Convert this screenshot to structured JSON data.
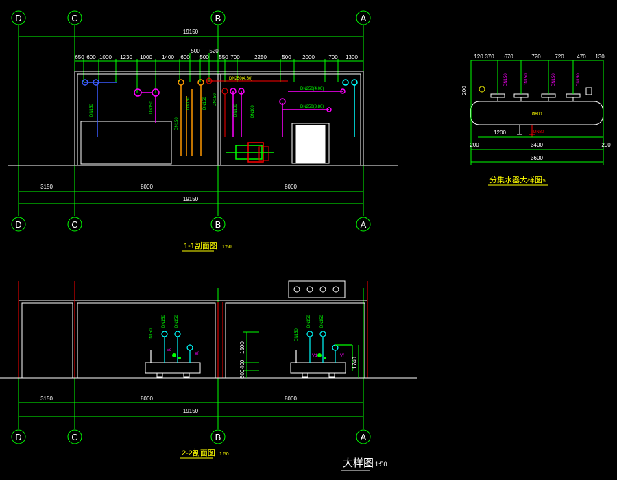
{
  "grid_axes": [
    "D",
    "C",
    "B",
    "A"
  ],
  "section_1": {
    "title": "1-1剖面图",
    "scale": "1:50",
    "total_width": "19150",
    "bottom_dims": [
      "3150",
      "8000",
      "8000"
    ],
    "top_dims": [
      "650",
      "600",
      "1000",
      "1230",
      "1000",
      "1400",
      "600",
      "500",
      "500",
      "520",
      "550",
      "700",
      "2250",
      "500",
      "2000",
      "700",
      "1300"
    ],
    "pipe_labels": [
      "DN250(4.60)",
      "DN250(4.00)",
      "DN250(3.80)",
      "DN150",
      "DN150",
      "DN150",
      "DN150",
      "DN150",
      "DN150",
      "DN100",
      "DN100"
    ]
  },
  "section_2": {
    "title": "2-2剖面图",
    "scale": "1:50",
    "total_width": "19150",
    "bottom_dims": [
      "3150",
      "8000",
      "8000"
    ],
    "vertical_dims": [
      "1500",
      "400",
      "600",
      "1740"
    ],
    "pipe_labels": [
      "DN150",
      "DN150",
      "DN150",
      "DN150",
      "DN150",
      "DN150"
    ],
    "valve_labels": [
      "Vd",
      "Vf",
      "Vd",
      "Vf"
    ]
  },
  "detail": {
    "title": "分集水器大样图",
    "scale": "1:25",
    "top_dims": [
      "120",
      "370",
      "670",
      "720",
      "720",
      "470",
      "130"
    ],
    "bottom_dims": [
      "1200",
      "3400",
      "3600"
    ],
    "side_dims": [
      "200",
      "200",
      "200"
    ],
    "pipe_labels": [
      "DN150",
      "DN150",
      "DN150",
      "DN150"
    ],
    "diameter_label": "Φ600",
    "drain_label": "DN80"
  },
  "footer_title": "大样图",
  "footer_scale": "1:50",
  "colors": {
    "background": "#000000",
    "grid_line": "#00ff00",
    "wall": "#ffffff",
    "dimension": "#00ff00",
    "hatch_red": "#ff0000",
    "magenta": "#ff00ff",
    "blue": "#3b5bff",
    "cyan": "#00ffff",
    "orange": "#ff9900",
    "yellow": "#ffff00"
  }
}
